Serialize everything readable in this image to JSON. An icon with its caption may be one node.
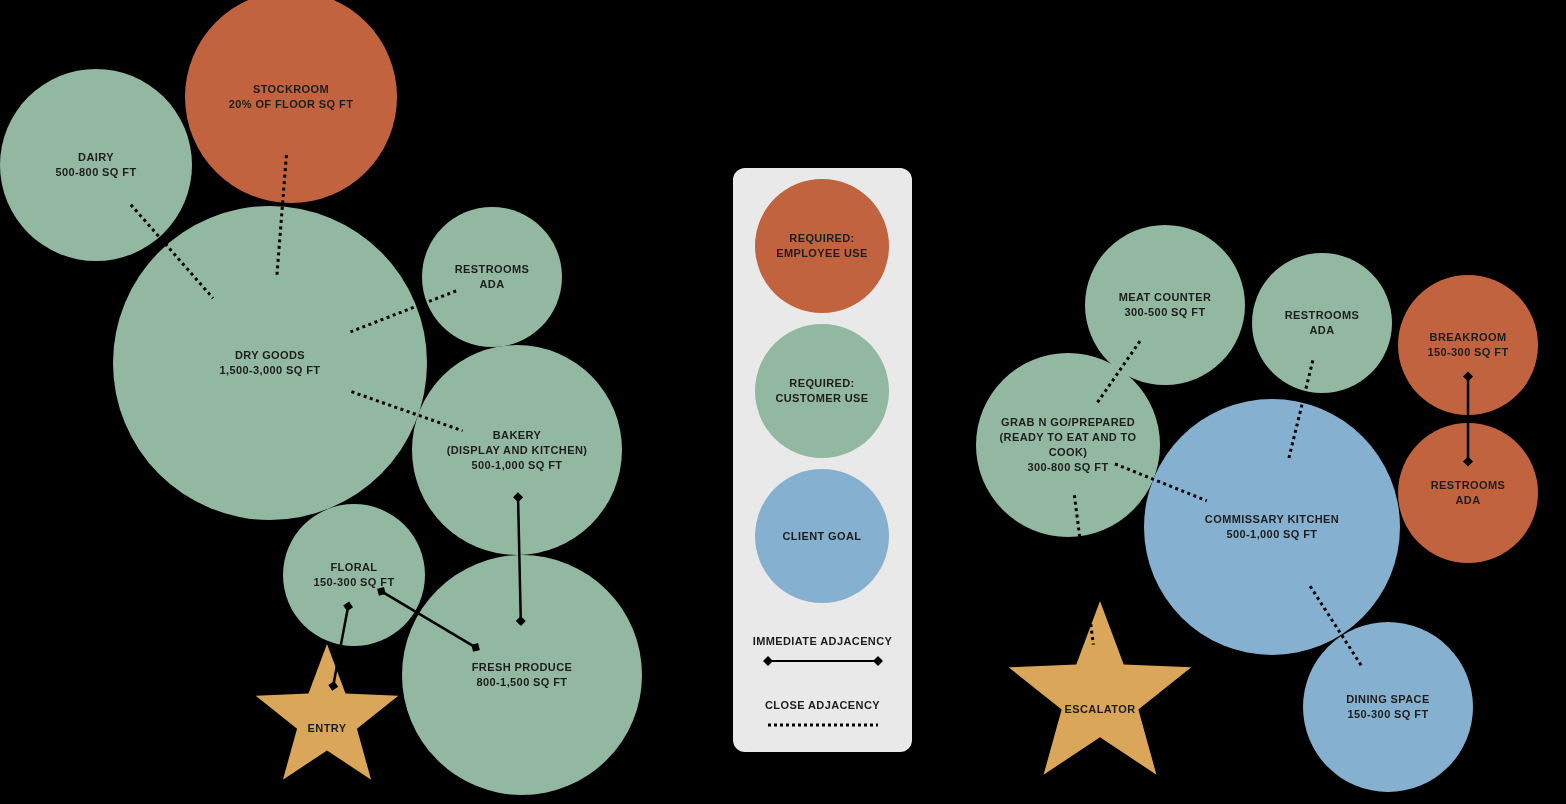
{
  "diagram": {
    "nodes": [
      {
        "text": [
          "DAIRY",
          "500-800 SQ FT"
        ]
      },
      {
        "text": [
          "STOCKROOM",
          "20% OF FLOOR SQ FT"
        ]
      },
      {
        "text": [
          "DRY GOODS",
          "1,500-3,000 SQ FT"
        ]
      },
      {
        "text": [
          "RESTROOMS",
          "ADA"
        ]
      },
      {
        "text": [
          "BAKERY",
          "(DISPLAY AND KITCHEN)",
          "500-1,000 SQ FT"
        ]
      },
      {
        "text": [
          "FLORAL",
          "150-300 SQ FT"
        ]
      },
      {
        "text": [
          "FRESH PRODUCE",
          "800-1,500 SQ FT"
        ]
      },
      {
        "text": [
          "ENTRY"
        ]
      },
      {
        "text": [
          "MEAT COUNTER",
          "300-500 SQ FT"
        ]
      },
      {
        "text": [
          "RESTROOMS",
          "ADA"
        ]
      },
      {
        "text": [
          "BREAKROOM",
          "150-300 SQ FT"
        ]
      },
      {
        "text": [
          "GRAB N GO/PREPARED (READY TO EAT AND TO COOK)",
          "300-800 SQ FT"
        ]
      },
      {
        "text": [
          "COMMISSARY KITCHEN",
          "500-1,000 SQ FT"
        ]
      },
      {
        "text": [
          "RESTROOMS",
          "ADA"
        ]
      },
      {
        "text": [
          "ESCALATOR"
        ]
      },
      {
        "text": [
          "DINING SPACE",
          "150-300 SQ FT"
        ]
      }
    ],
    "edges": [
      {
        "from": 1,
        "to": 2,
        "arrow": "none",
        "style": "dashed"
      },
      {
        "from": 0,
        "to": 2,
        "arrow": "none",
        "style": "dashed"
      },
      {
        "from": 3,
        "to": 2,
        "arrow": "none",
        "style": "dashed"
      },
      {
        "from": 2,
        "to": 4,
        "arrow": "none",
        "style": "dashed"
      },
      {
        "from": 4,
        "to": 6,
        "arrow": "other"
      },
      {
        "from": 5,
        "to": 7,
        "arrow": "other"
      },
      {
        "from": 5,
        "to": 6,
        "arrow": "other"
      },
      {
        "from": 8,
        "to": 11,
        "arrow": "none",
        "style": "dashed"
      },
      {
        "from": 9,
        "to": 12,
        "arrow": "none",
        "style": "dashed"
      },
      {
        "from": 11,
        "to": 12,
        "arrow": "none",
        "style": "dashed"
      },
      {
        "from": 11,
        "to": 14,
        "arrow": "none",
        "style": "dashed"
      },
      {
        "from": 10,
        "to": 13,
        "arrow": "other"
      },
      {
        "from": 12,
        "to": 15,
        "arrow": "none",
        "style": "dashed"
      }
    ],
    "legend": [
      {
        "text": "REQUIRED: EMPLOYEE USE",
        "color": "#c2633f"
      },
      {
        "text": "REQUIRED: CUSTOMER USE",
        "color": "#93b8a1"
      },
      {
        "text": "CLIENT GOAL",
        "color": "#85b0cf"
      },
      {
        "text": "IMMEDIATE ADJACENCY"
      },
      {
        "text": "CLOSE ADJACENCY"
      }
    ]
  }
}
